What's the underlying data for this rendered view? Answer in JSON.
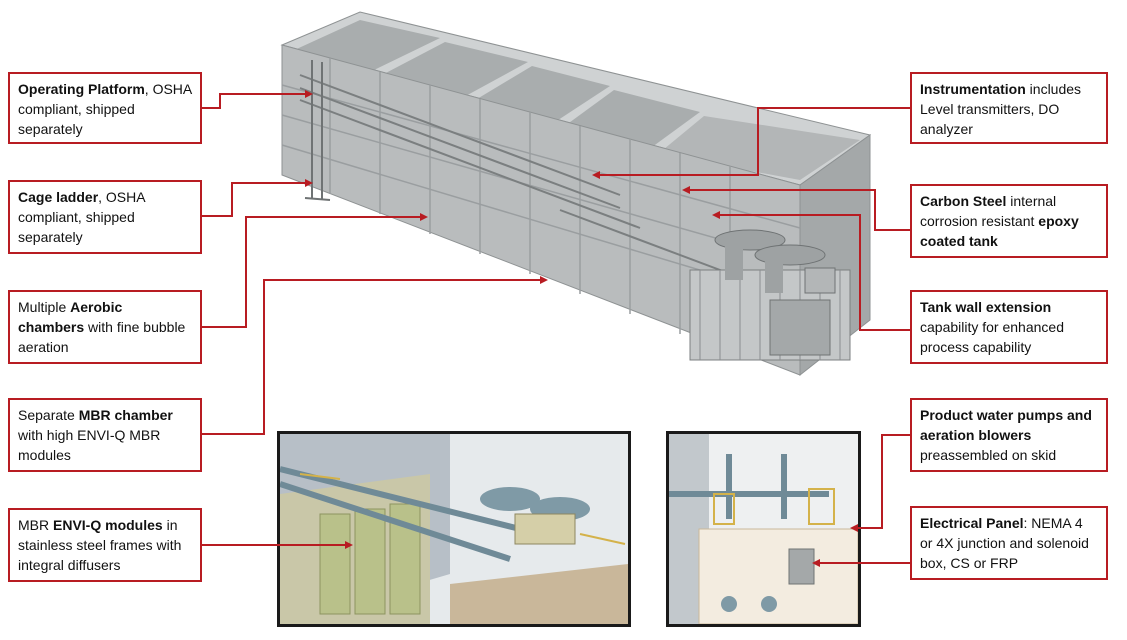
{
  "colors": {
    "accent": "#b81c22",
    "tank": "#b9bcbd",
    "tank_dark": "#8e9293",
    "pipe": "#7f9aa6",
    "module": "#b9c18a",
    "frame": "#c9b79a"
  },
  "callouts": {
    "operating_platform": {
      "b1": "Operating Platform",
      "t1": ", OSHA compliant, shipped separately"
    },
    "cage_ladder": {
      "b1": "Cage ladder",
      "t1": ", OSHA compliant, shipped separately"
    },
    "aerobic": {
      "t0": "Multiple ",
      "b1": "Aerobic chambers",
      "t1": " with fine bubble aeration"
    },
    "mbr_chamber": {
      "t0": "Separate ",
      "b1": "MBR chamber",
      "t1": " with high ENVI-Q MBR modules"
    },
    "mbr_modules": {
      "t0": "MBR ",
      "b1": "ENVI-Q modules",
      "t1": " in stainless steel  frames with integral diffusers"
    },
    "instrumentation": {
      "b1": "Instrumentation",
      "t1": " includes Level transmitters, DO analyzer"
    },
    "carbon_steel": {
      "b1": "Carbon Steel",
      "t1": " internal corrosion resistant ",
      "b2": "epoxy coated tank"
    },
    "tank_wall": {
      "b1": "Tank wall extension",
      "t1": " capability for enhanced process capability"
    },
    "pumps": {
      "b1": "Product water pumps and aeration blowers",
      "t1": " preassembled on skid"
    },
    "electrical": {
      "b1": "Electrical Panel",
      "t1": ": NEMA 4 or 4X junction and solenoid box, CS or FRP"
    }
  }
}
